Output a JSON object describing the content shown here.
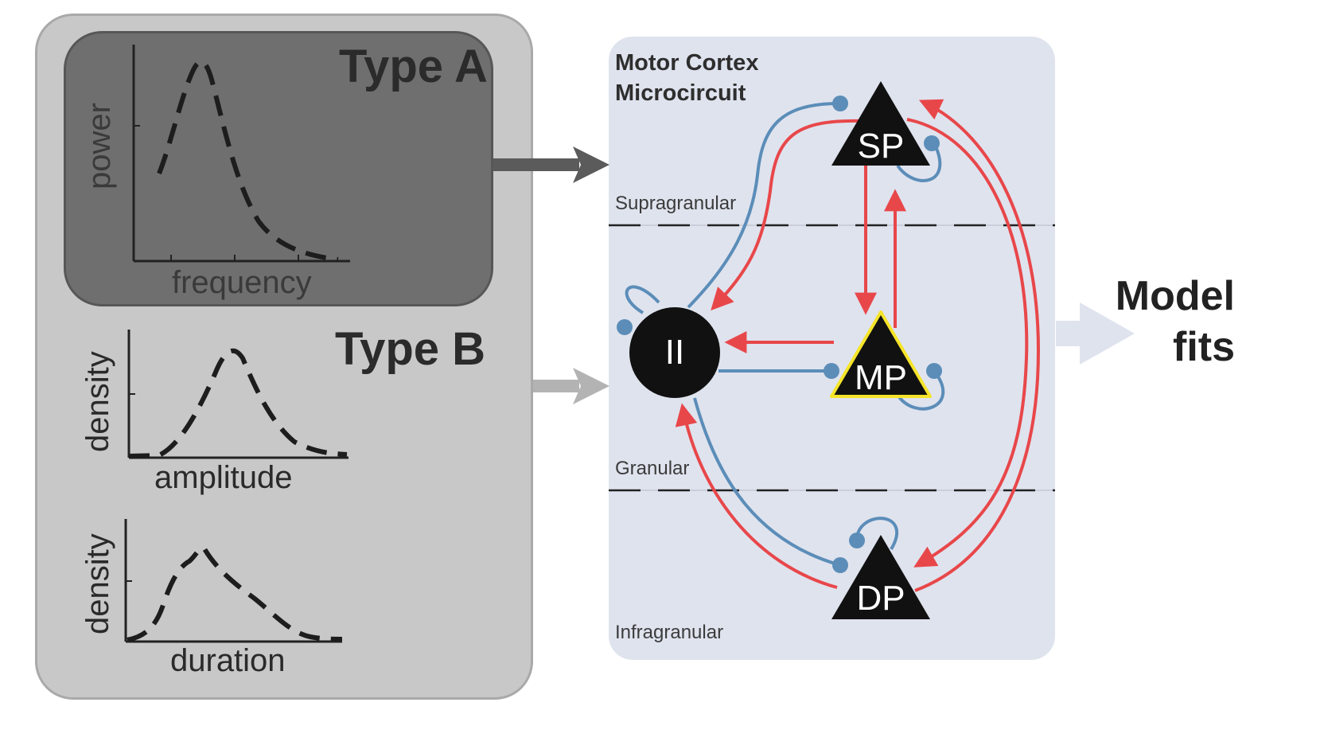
{
  "type_a": {
    "title": "Type A",
    "xlabel": "frequency",
    "ylabel": "power"
  },
  "type_b": {
    "title": "Type B",
    "plot1": {
      "xlabel": "amplitude",
      "ylabel": "density"
    },
    "plot2": {
      "xlabel": "duration",
      "ylabel": "density"
    }
  },
  "circuit": {
    "title_line1": "Motor Cortex",
    "title_line2": "Microcircuit",
    "layers": [
      "Supragranular",
      "Granular",
      "Infragranular"
    ],
    "nodes": {
      "sp": "SP",
      "mp": "MP",
      "dp": "DP",
      "ii": "II"
    },
    "colors": {
      "excitatory": "#e8474a",
      "inhibitory": "#5b8db8",
      "mp_outline": "#f5e42a"
    }
  },
  "output": {
    "line1": "Model",
    "line2": "fits"
  }
}
